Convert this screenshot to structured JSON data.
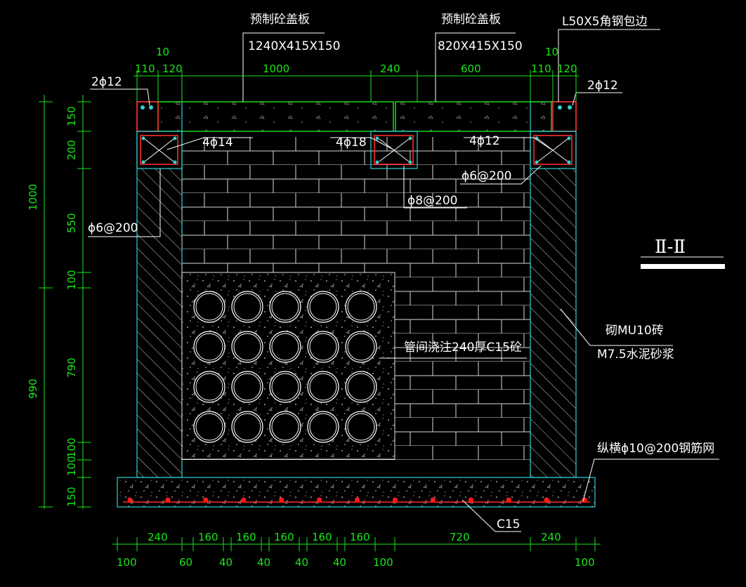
{
  "labels": {
    "slab_left_title": "预制砼盖板",
    "slab_left_size": "1240X415X150",
    "slab_right_title": "预制砼盖板",
    "slab_right_size": "820X415X150",
    "angle_edge": "L50X5角钢包边",
    "bar_2phi12_left": "2ϕ12",
    "bar_2phi12_right": "2ϕ12",
    "bar_4phi14": "4ϕ14",
    "bar_4phi18": "4ϕ18",
    "bar_4phi12": "4ϕ12",
    "stirrup_right": "ϕ6@200",
    "stirrup_left": "ϕ6@200",
    "stirrup_mid": "ϕ8@200",
    "section_title": "Ⅱ-Ⅱ",
    "brick_line1": "砌MU10砖",
    "brick_line2": "M7.5水泥砂浆",
    "infill": "管间浇注240厚C15砼",
    "mesh": "纵横ϕ10@200钢筋网",
    "base": "C15"
  },
  "dims_top_row1": [
    "110",
    "120",
    "1000",
    "240",
    "600",
    "110",
    "120"
  ],
  "dims_top_row0": [
    "10",
    "10"
  ],
  "dims_left_outer": [
    "1000",
    "990"
  ],
  "dims_left_inner": [
    "150",
    "200",
    "550",
    "100",
    "790",
    "100",
    "100",
    "150"
  ],
  "dims_bottom_row1": [
    "240",
    "160",
    "160",
    "160",
    "160",
    "160",
    "720",
    "240"
  ],
  "dims_bottom_row2": [
    "100",
    "60",
    "40",
    "40",
    "40",
    "40",
    "100",
    "100"
  ],
  "pipes": {
    "rows": 4,
    "cols": 5
  },
  "mesh_bar_count": 13,
  "colors": {
    "dimension": "#19e619",
    "outline": "#2fd3d3",
    "rebar": "#ff2a2a",
    "text": "#ffffff"
  }
}
